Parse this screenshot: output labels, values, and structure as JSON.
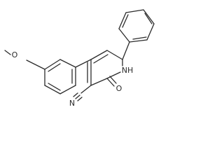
{
  "molecule": {
    "atoms": {
      "o_methoxy": "O",
      "nh": "NH",
      "n_nitrile": "N",
      "o_carbonyl": "O"
    }
  }
}
